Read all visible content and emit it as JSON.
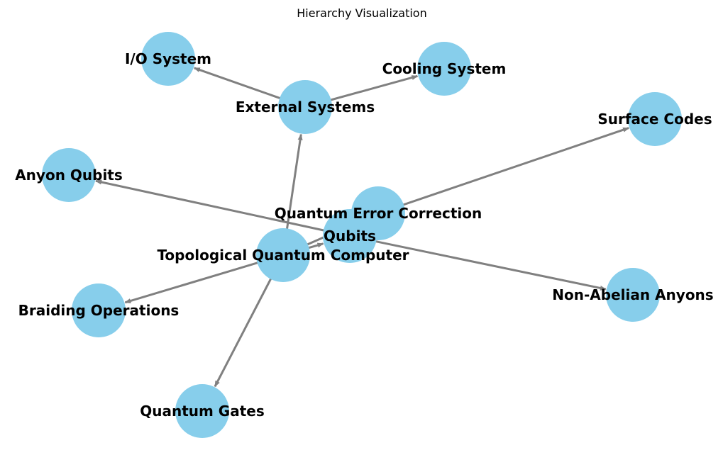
{
  "title": "Hierarchy Visualization",
  "colors": {
    "node_fill": "#87CEEB",
    "edge": "#808080",
    "label": "#000000",
    "background": "#FFFFFF"
  },
  "nodes": [
    {
      "id": "tqc",
      "label": "Topological Quantum Computer"
    },
    {
      "id": "qubits",
      "label": "Qubits"
    },
    {
      "id": "qec",
      "label": "Quantum Error Correction"
    },
    {
      "id": "ext",
      "label": "External Systems"
    },
    {
      "id": "io",
      "label": "I/O System"
    },
    {
      "id": "cool",
      "label": "Cooling System"
    },
    {
      "id": "surf",
      "label": "Surface Codes"
    },
    {
      "id": "anyon",
      "label": "Anyon Qubits"
    },
    {
      "id": "braid",
      "label": "Braiding Operations"
    },
    {
      "id": "gates",
      "label": "Quantum Gates"
    },
    {
      "id": "nonab",
      "label": "Non-Abelian Anyons"
    }
  ],
  "edges": [
    {
      "from": "tqc",
      "to": "qubits"
    },
    {
      "from": "tqc",
      "to": "qec"
    },
    {
      "from": "tqc",
      "to": "ext"
    },
    {
      "from": "tqc",
      "to": "braid"
    },
    {
      "from": "tqc",
      "to": "gates"
    },
    {
      "from": "ext",
      "to": "io"
    },
    {
      "from": "ext",
      "to": "cool"
    },
    {
      "from": "qec",
      "to": "surf"
    },
    {
      "from": "qubits",
      "to": "anyon"
    },
    {
      "from": "qubits",
      "to": "nonab"
    }
  ]
}
